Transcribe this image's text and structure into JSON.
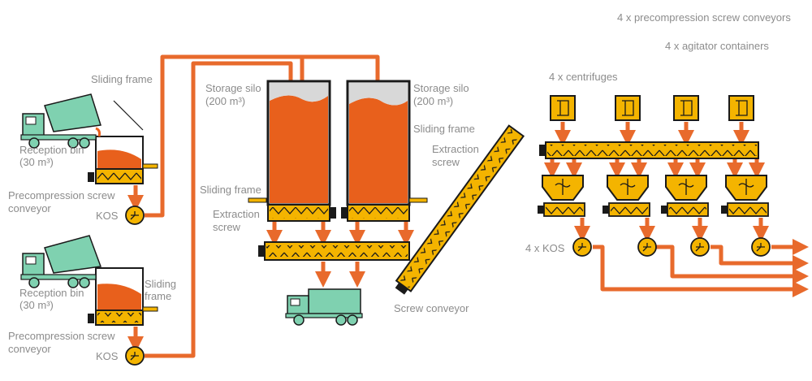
{
  "colors": {
    "pipe": "#e86a2c",
    "screw": "#f4b400",
    "silo_fill": "#e8601c",
    "truck": "#7fd1b0",
    "outline": "#1a1a1a",
    "text": "#8c8c8c"
  },
  "labels": {
    "screw_conveyors_count": "4 x precompression screw conveyors",
    "agitator_count": "4 x agitator containers",
    "centrifuges_count": "4 x centrifuges",
    "kos_count": "4 x KOS",
    "sliding_frame_top": "Sliding frame",
    "reception_bin_top_1": "Reception bin",
    "reception_bin_top_2": "(30 m³)",
    "precompression_top_1": "Precompression screw",
    "precompression_top_2": "conveyor",
    "kos_top": "KOS",
    "reception_bin_bottom_1": "Reception bin",
    "reception_bin_bottom_2": "(30 m³)",
    "sliding_frame_bottom_1": "Sliding",
    "sliding_frame_bottom_2": "frame",
    "precompression_bottom_1": "Precompression screw",
    "precompression_bottom_2": "conveyor",
    "kos_bottom": "KOS",
    "storage_silo_left_1": "Storage silo",
    "storage_silo_left_2": "(200 m³)",
    "storage_silo_right_1": "Storage silo",
    "storage_silo_right_2": "(200 m³)",
    "sliding_frame_right": "Sliding frame",
    "extraction_screw_right_1": "Extraction",
    "extraction_screw_right_2": "screw",
    "sliding_frame_left": "Sliding frame",
    "extraction_screw_left_1": "Extraction",
    "extraction_screw_left_2": "screw",
    "screw_conveyor": "Screw conveyor"
  }
}
